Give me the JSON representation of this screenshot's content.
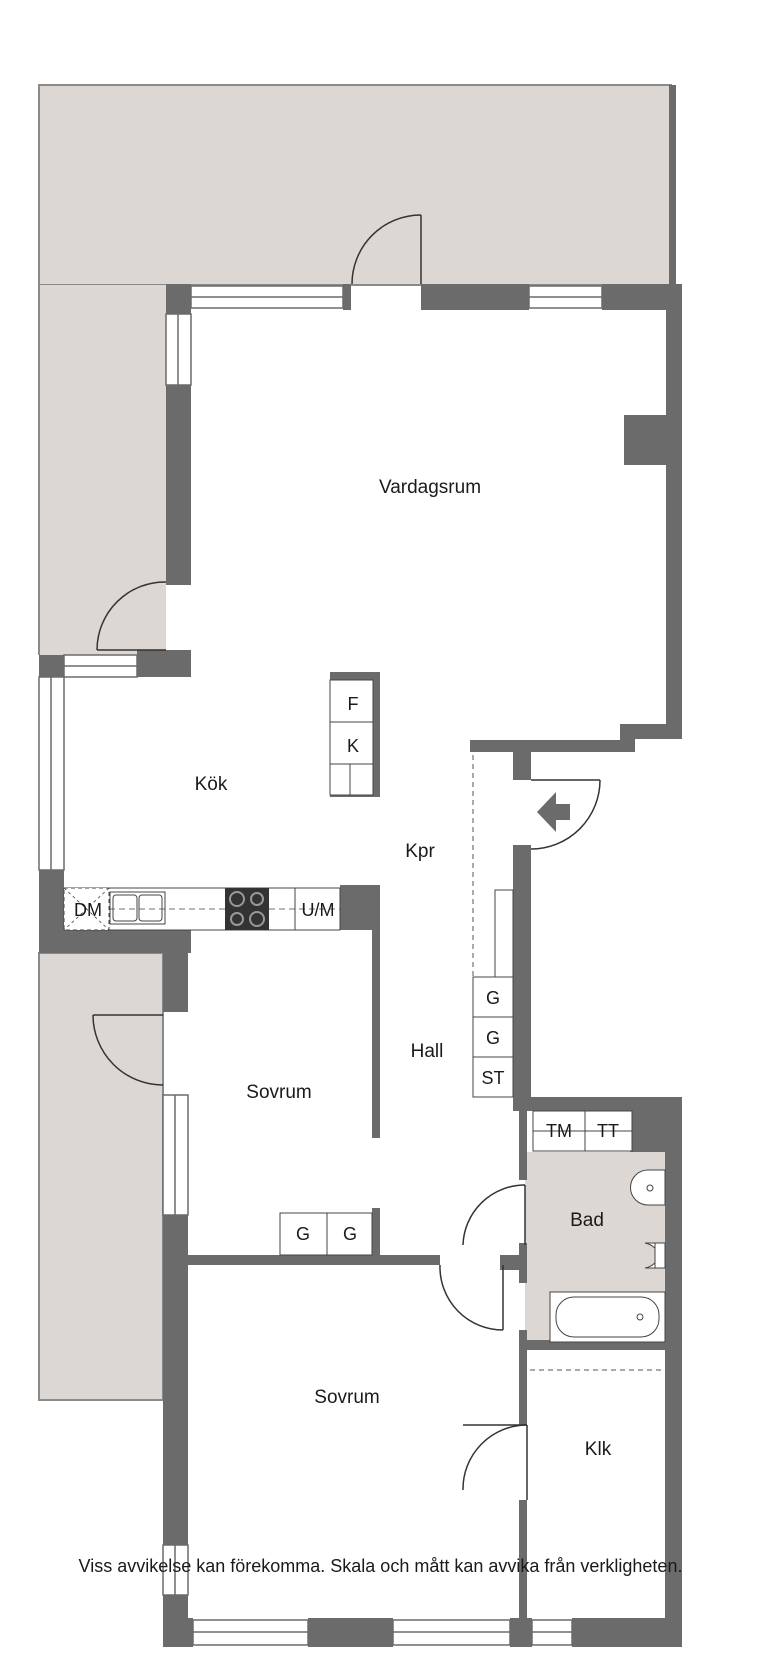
{
  "rooms": {
    "vardagsrum": "Vardagsrum",
    "kok": "Kök",
    "kpr": "Kpr",
    "hall": "Hall",
    "sovrum_1": "Sovrum",
    "sovrum_2": "Sovrum",
    "bad": "Bad",
    "klk": "Klk"
  },
  "fixtures": {
    "fridge": "F",
    "freezer": "K",
    "dishwasher": "DM",
    "oven_microwave": "U/M",
    "wardrobe_hall_1": "G",
    "wardrobe_hall_2": "G",
    "cleaning_closet": "ST",
    "washing_machine": "TM",
    "dryer": "TT",
    "wardrobe_bed_1": "G",
    "wardrobe_bed_2": "G"
  },
  "disclaimer": "Viss avvikelse kan förekomma. Skala och mått kan avvika från verkligheten.",
  "colors": {
    "wall": "#6b6b6b",
    "terrace": "#dcd7d3",
    "bath_floor": "#dcd7d3",
    "line": "#333333"
  }
}
